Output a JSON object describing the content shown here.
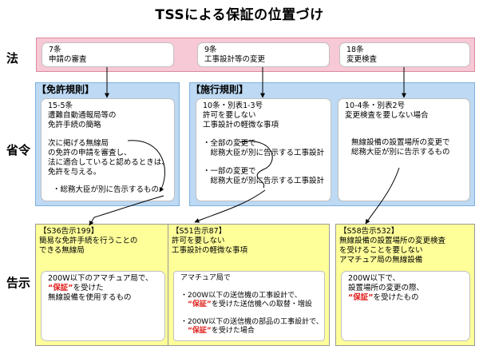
{
  "title": "TSSによる保証の位置づけ",
  "rows": {
    "law": "法",
    "ordinance": "省令",
    "notice": "告示"
  },
  "law_cards": [
    {
      "num": "7条",
      "text": "申請の審査"
    },
    {
      "num": "9条",
      "text": "工事設計等の変更"
    },
    {
      "num": "18条",
      "text": "変更検査"
    }
  ],
  "ordinance": {
    "license_title": "【免許規則】",
    "enforcement_title": "【施行規則】",
    "card1": {
      "lines": [
        "15-5条",
        "遭難自動通報局等の",
        "免許手続の簡略"
      ],
      "detail": [
        "次に掲げる無線局",
        "の免許の申請を審査し、",
        "法に適合していると認めるときは、",
        "免許を与える。"
      ],
      "bullet": "・総務大臣が別に告示するもの"
    },
    "card2": {
      "lines": [
        "10条・別表1-3号",
        "許可を要しない",
        "工事設計の軽微な事項"
      ],
      "bullet1": [
        "・全部の変更で",
        "　総務大臣が別に告示する工事設計"
      ],
      "bullet2": [
        "・一部の変更で",
        "　総務大臣が別に告示する工事設計"
      ]
    },
    "card3": {
      "lines": [
        "10-4条・別表2号",
        "変更検査を要しない場合"
      ],
      "detail": [
        "無線設備の設置場所の変更で",
        "総務大臣が別に告示するもの"
      ]
    }
  },
  "notices": [
    {
      "head": "【S36告示199】",
      "lines": [
        "簡易な免許手続を行うことの",
        "できる無線局"
      ],
      "inner": [
        [
          {
            "t": "200W以下のアマチュア局で、"
          }
        ],
        [
          {
            "t": "“保証”",
            "em": true
          },
          {
            "t": "を受けた"
          }
        ],
        [
          {
            "t": "無線設備を使用するもの"
          }
        ]
      ]
    },
    {
      "head": "【S51告示87】",
      "lines": [
        "許可を要しない",
        "工事設計の軽微な事項"
      ],
      "inner": [
        [
          {
            "t": "アマチュア局で"
          }
        ],
        [
          {
            "t": ""
          }
        ],
        [
          {
            "t": "・200W以下の送信機の工事設計で、"
          }
        ],
        [
          {
            "t": "　"
          },
          {
            "t": "“保証”",
            "em": true
          },
          {
            "t": "を受けた送信機への取替・増設"
          }
        ],
        [
          {
            "t": ""
          }
        ],
        [
          {
            "t": "・200W以下の送信機の部品の工事設計で、"
          }
        ],
        [
          {
            "t": "　"
          },
          {
            "t": "“保証”",
            "em": true
          },
          {
            "t": "を受けた場合"
          }
        ]
      ]
    },
    {
      "head": "【S58告示532】",
      "lines": [
        "無線設備の設置場所の変更検査",
        "を受けることを要しない",
        "アマチュア局の無線設備"
      ],
      "inner": [
        [
          {
            "t": "200W以下で、"
          }
        ],
        [
          {
            "t": "設置場所の変更の際、"
          }
        ],
        [
          {
            "t": "“保証”",
            "em": true
          },
          {
            "t": "を受けたもの"
          }
        ]
      ]
    }
  ]
}
